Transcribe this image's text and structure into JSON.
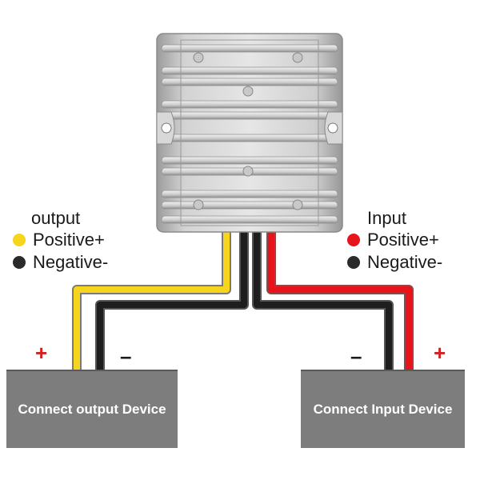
{
  "output_legend": {
    "title": "output",
    "items": [
      {
        "label": "Positive+",
        "color": "#f7d51c"
      },
      {
        "label": "Negative-",
        "color": "#2b2b2b"
      }
    ]
  },
  "input_legend": {
    "title": "Input",
    "items": [
      {
        "label": "Positive+",
        "color": "#e8141c"
      },
      {
        "label": "Negative-",
        "color": "#2b2b2b"
      }
    ]
  },
  "devices": {
    "output": "Connect output Device",
    "input": "Connect Input Device"
  },
  "terminals": {
    "output_plus": "+",
    "output_minus": "–",
    "input_minus": "–",
    "input_plus": "+"
  },
  "colors": {
    "wire_yellow": "#f7d51c",
    "wire_red": "#e8141c",
    "wire_black": "#1e1e1e",
    "device_fill": "#7d7d7d",
    "plus_sign": "#d62020"
  }
}
